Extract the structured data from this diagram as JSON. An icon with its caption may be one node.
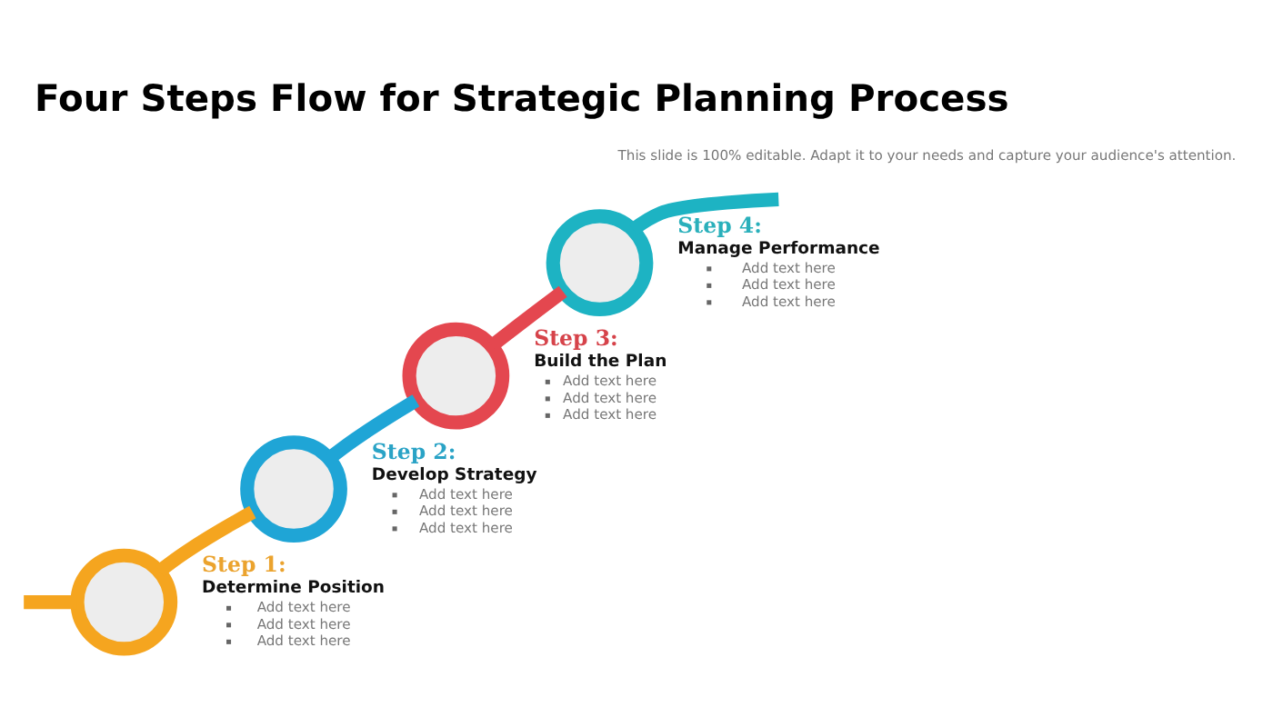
{
  "diagram": {
    "title": "Four Steps Flow for Strategic Planning Process",
    "nodes": [
      {
        "text": [],
        "shape": "circle",
        "beside": [
          "Step 1:",
          "Determine Position",
          "Add text here",
          "Add text here",
          "Add text here"
        ]
      },
      {
        "text": [],
        "shape": "circle",
        "beside": [
          "Step 2:",
          "Develop Strategy",
          "Add text here",
          "Add text here",
          "Add text here"
        ]
      },
      {
        "text": [],
        "shape": "circle",
        "beside": [
          "Step 3:",
          "Build the Plan",
          "Add text here",
          "Add text here",
          "Add text here"
        ]
      },
      {
        "text": [],
        "shape": "circle",
        "beside": [
          "Step 4:",
          "Manage Performance",
          "Add text here",
          "Add text here",
          "Add text here"
        ]
      }
    ],
    "edges": [
      {
        "from": null,
        "to": 0,
        "arrow": "none",
        "color": "#f5a51f"
      },
      {
        "from": 0,
        "to": 1,
        "arrow": "none",
        "color": "#f5a51f"
      },
      {
        "from": 1,
        "to": 2,
        "arrow": "none",
        "color": "#1fa5d6"
      },
      {
        "from": 2,
        "to": 3,
        "arrow": "none",
        "color": "#e4474f"
      },
      {
        "from": 3,
        "to": null,
        "arrow": "none",
        "color": "#1db3c3"
      }
    ],
    "labels": [
      "This slide is 100% editable. Adapt it to your needs and capture your audience's attention."
    ]
  }
}
